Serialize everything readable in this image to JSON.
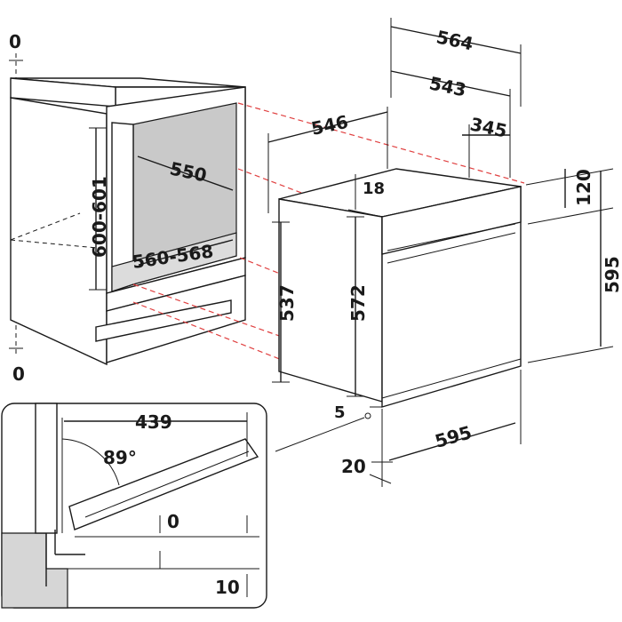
{
  "cabinet": {
    "top_zero": "0",
    "bottom_zero": "0",
    "niche_height": "600-601",
    "niche_depth": "550",
    "niche_width": "560-568"
  },
  "oven": {
    "depth_total": "564",
    "depth_body": "543",
    "depth_side": "546",
    "rear_offset": "345",
    "top_step": "18",
    "panel_height": "120",
    "front_height": "595",
    "body_height_rear": "537",
    "body_height_front": "572",
    "front_width": "595",
    "bottom_gap": "5",
    "front_step": "20"
  },
  "door_detail": {
    "swing_length": "439",
    "open_angle": "89°",
    "clearance_top": "0",
    "clearance_bottom": "10"
  }
}
